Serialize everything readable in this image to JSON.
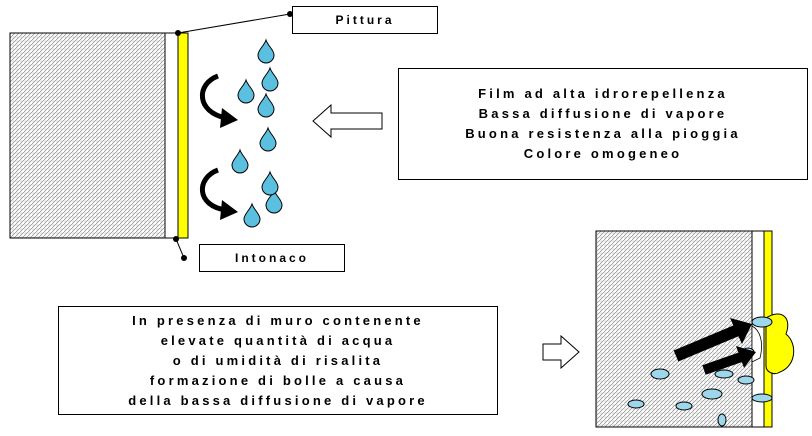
{
  "labels": {
    "paint": "Pittura",
    "plaster": "Intonaco"
  },
  "film_properties": [
    "Film ad alta idrorepellenza",
    "Bassa diffusione di vapore",
    "Buona resistenza alla pioggia",
    "Colore omogeneo"
  ],
  "wet_wall_note": [
    "In presenza di muro contenente",
    "elevate quantità di acqua",
    "o di umidità di risalita",
    "formazione di bolle a causa",
    "della bassa diffusione di vapore"
  ],
  "colors": {
    "paint_layer": "#ffff00",
    "water_drop": "#5bc0e0",
    "vapor_bubble": "#9ed6ec",
    "hatch": "#8a8a8a"
  }
}
